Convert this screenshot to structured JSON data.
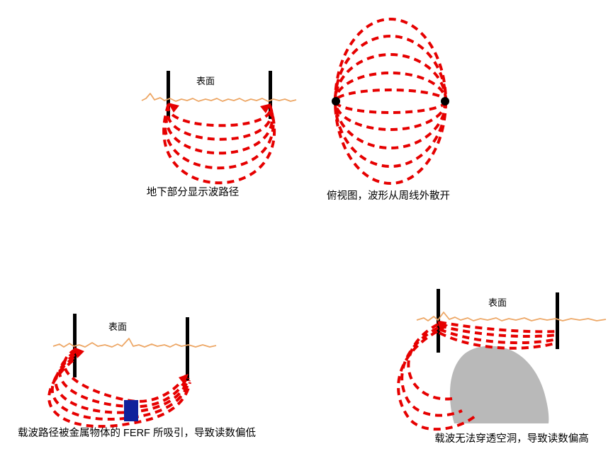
{
  "colors": {
    "wave_red": "#e60000",
    "surface_orange": "#eda766",
    "probe_black": "#000000",
    "metal_blue": "#10219b",
    "void_gray": "#b9b9b9"
  },
  "panels": {
    "underground": {
      "surface_label": "表面",
      "caption": "地下部分显示波路径"
    },
    "top_view": {
      "caption": "俯视图，波形从周线外散开"
    },
    "metal": {
      "surface_label": "表面",
      "caption": "载波路径被金属物体的 FERF 所吸引，导致读数偏低"
    },
    "void": {
      "surface_label": "表面",
      "caption": "载波无法穿透空洞，导致读数偏高"
    }
  }
}
